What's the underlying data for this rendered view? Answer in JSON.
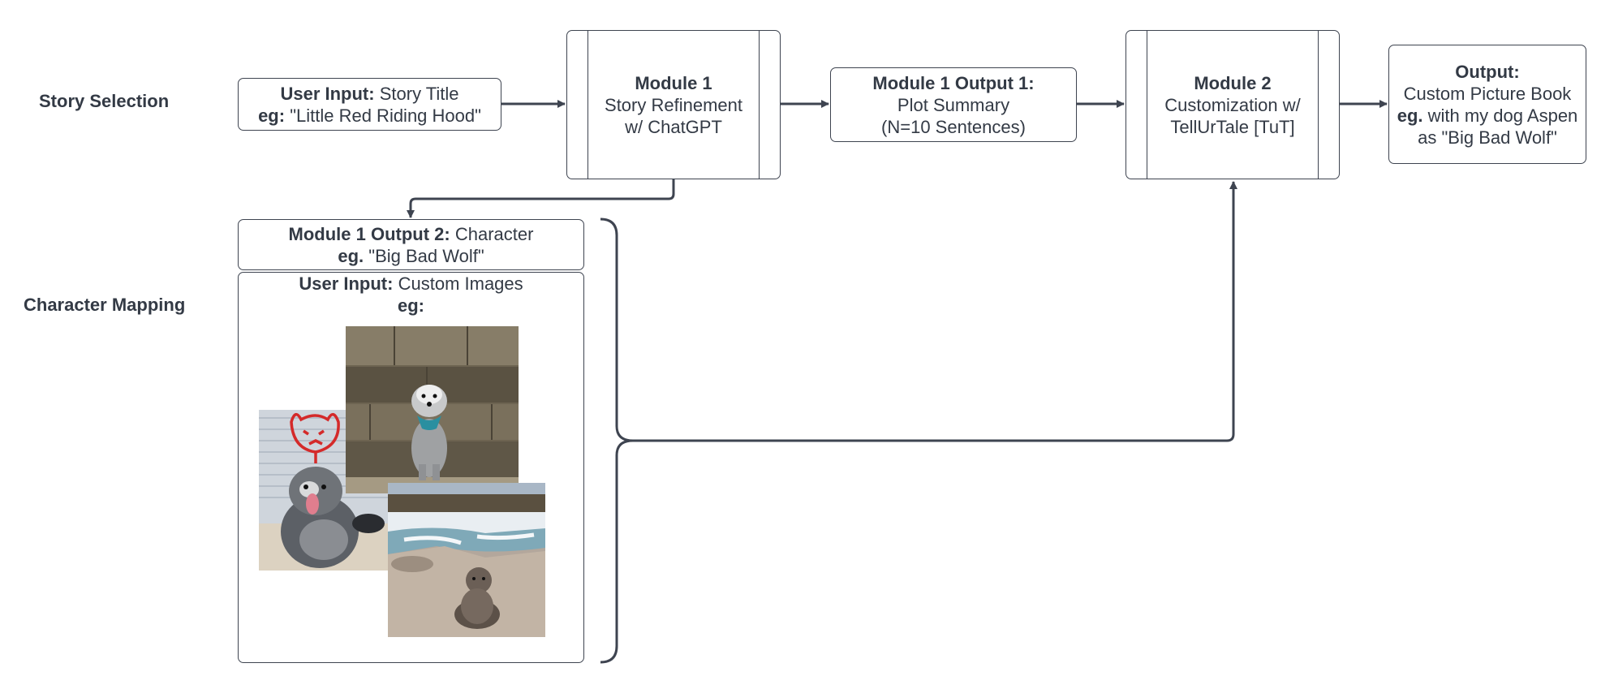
{
  "rows": {
    "story_selection": "Story Selection",
    "character_mapping": "Character Mapping"
  },
  "nodes": {
    "user_input_title": {
      "bold": "User Input:",
      "text": "Story Title",
      "eg_bold": "eg:",
      "eg_text": "\"Little Red Riding Hood\""
    },
    "module1": {
      "title": "Module 1",
      "line1": "Story Refinement",
      "line2": "w/ ChatGPT"
    },
    "module1_output1": {
      "title": "Module 1 Output 1:",
      "line1": "Plot Summary",
      "line2": "(N=10 Sentences)"
    },
    "module2": {
      "title": "Module 2",
      "line1": "Customization w/",
      "line2": "TellUrTale [TuT]"
    },
    "output": {
      "title": "Output:",
      "line1": "Custom Picture Book",
      "eg_bold": "eg.",
      "eg_text": "with my dog Aspen",
      "line3": "as \"Big Bad Wolf\""
    },
    "module1_output2": {
      "bold": "Module 1 Output 2:",
      "text": "Character",
      "eg_bold": "eg.",
      "eg_text": "\"Big Bad Wolf\""
    },
    "user_input_images": {
      "bold": "User Input:",
      "text": "Custom Images",
      "eg_bold": "eg:"
    }
  },
  "photos": [
    {
      "name": "dog-on-stone-steps-photo",
      "subject": "dog sitting on stone steps with blue bandana"
    },
    {
      "name": "dog-with-graffiti-photo",
      "subject": "dog in front of wall with red graffiti"
    },
    {
      "name": "dog-by-river-photo",
      "subject": "dog sitting by a river with rapids"
    }
  ],
  "colors": {
    "stroke": "#3e4450",
    "text": "#333a45",
    "graffiti": "#d42a2a",
    "bandana": "#2a8fa0"
  }
}
